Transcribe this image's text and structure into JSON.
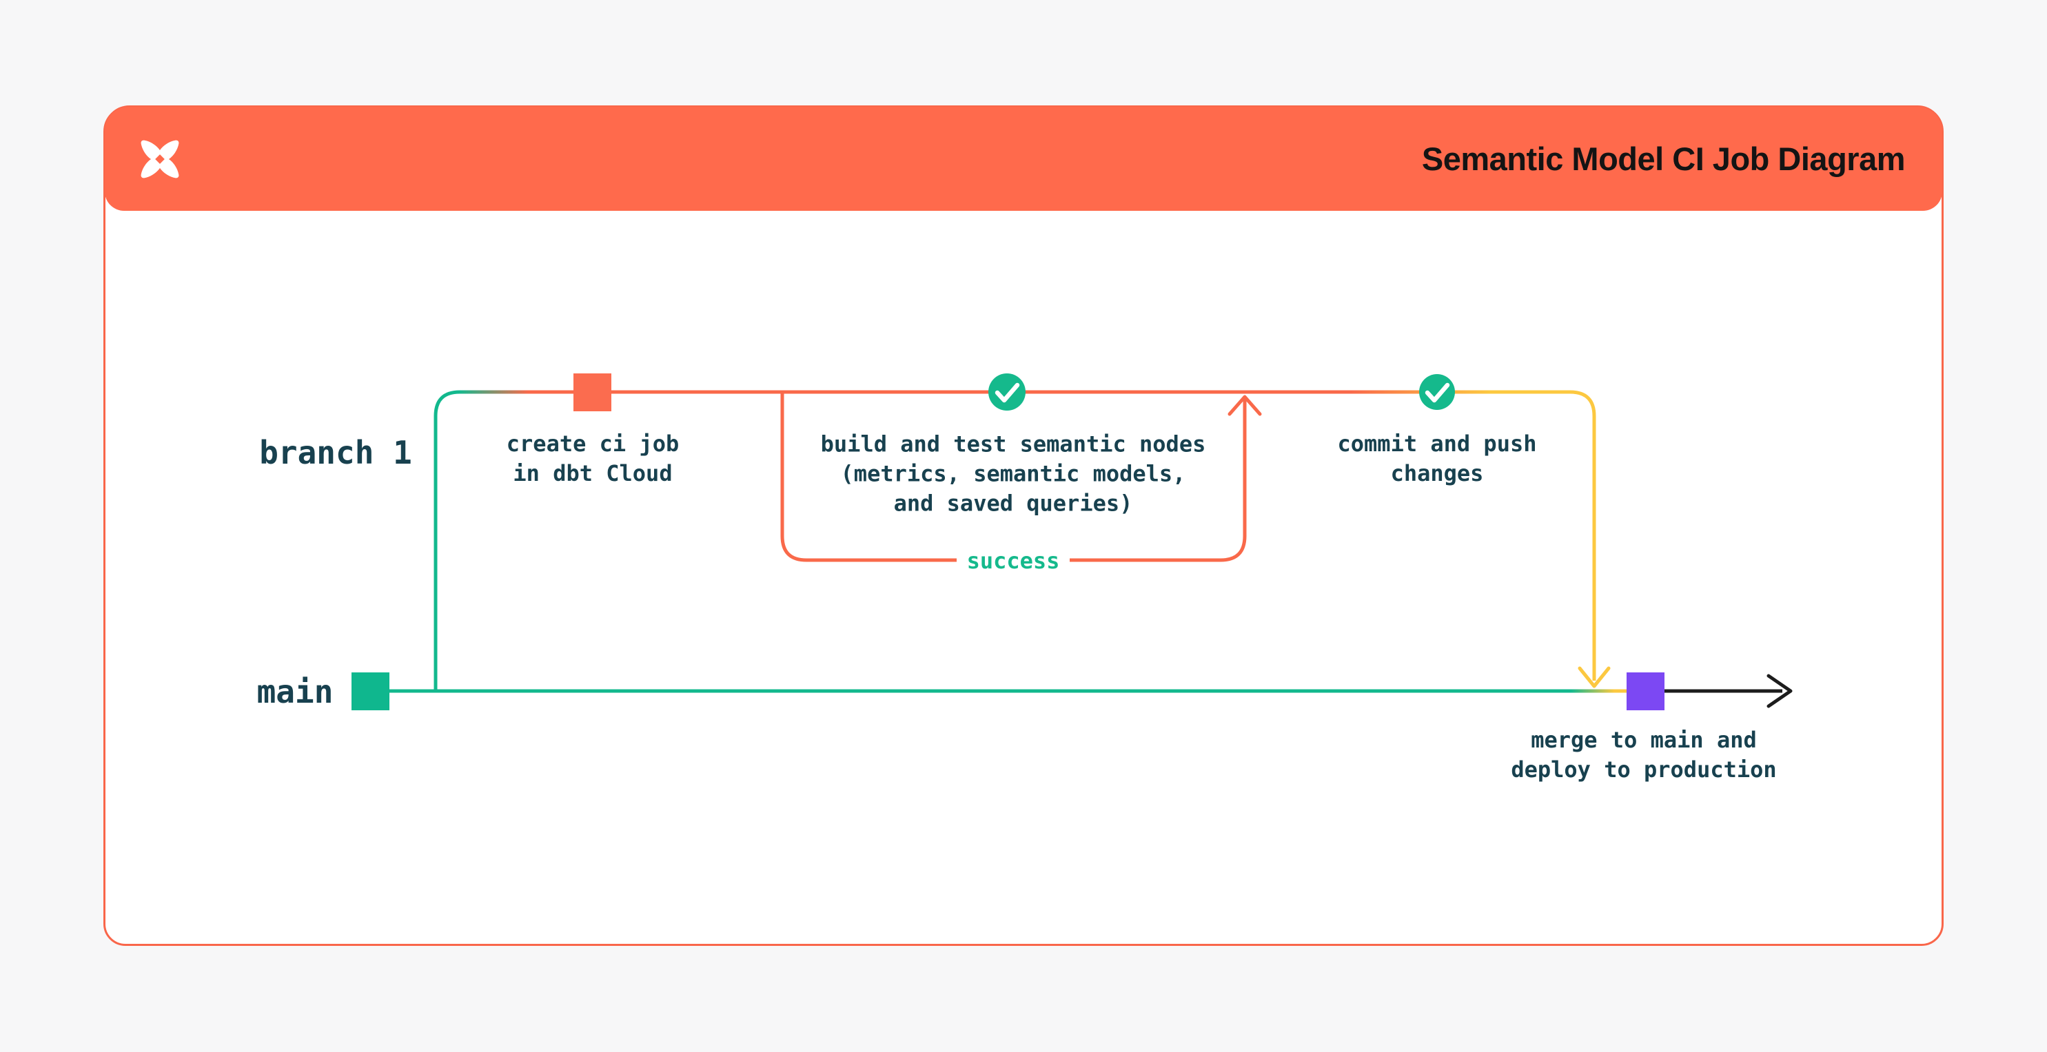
{
  "palette": {
    "page-bg": "#f7f7f8",
    "header-orange": "#ff6a4c",
    "border-orange": "#f9664a",
    "line-orange": "#f9694a",
    "node-orange": "#fb6c4f",
    "green": "#15b98c",
    "green-square": "#0fb78e",
    "yellow": "#fcc840",
    "purple": "#7c48f3",
    "text-teal": "#18414f",
    "title-color": "#141414",
    "arrow-black": "#1c1c1c"
  },
  "header": {
    "title": "Semantic Model CI Job Diagram",
    "logo": "dbt-logo"
  },
  "diagram": {
    "branches": [
      {
        "label": "branch 1"
      },
      {
        "label": "main"
      }
    ],
    "nodes": [
      {
        "id": "create-ci-job",
        "marker": "orange-commit-square",
        "label": "create ci job\nin dbt Cloud"
      },
      {
        "id": "build-and-test",
        "marker": "green-check-circle",
        "label": "build and test semantic nodes\n(metrics, semantic models,\nand saved queries)",
        "loop_label": "success"
      },
      {
        "id": "commit-and-push",
        "marker": "green-check-circle",
        "label": "commit and push\nchanges"
      },
      {
        "id": "merge-deploy",
        "marker": "purple-commit-square",
        "label": "merge to main and\ndeploy to production"
      }
    ]
  }
}
